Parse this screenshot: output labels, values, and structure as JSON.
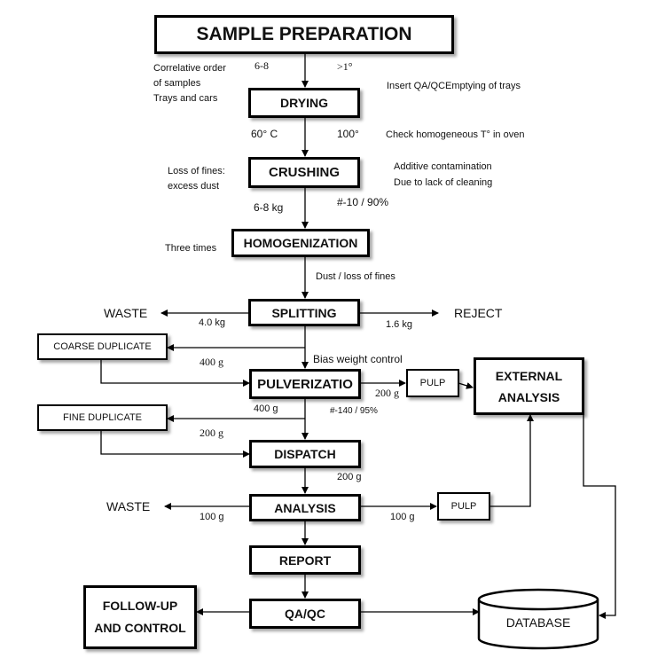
{
  "title": "SAMPLE PREPARATION",
  "steps": {
    "drying": "DRYING",
    "crushing": "CRUSHING",
    "homogenization": "HOMOGENIZATION",
    "splitting": "SPLITTING",
    "pulverization": "PULVERIZATIO",
    "dispatch": "DISPATCH",
    "analysis": "ANALYSIS",
    "report": "REPORT",
    "qaqc": "QA/QC"
  },
  "side_boxes": {
    "coarse_duplicate": "COARSE DUPLICATE",
    "fine_duplicate": "FINE DUPLICATE",
    "pulp_top": "PULP",
    "pulp_bottom": "PULP",
    "external_analysis_line1": "EXTERNAL",
    "external_analysis_line2": "ANALYSIS",
    "followup_line1": "FOLLOW-UP",
    "followup_line2": "AND CONTROL",
    "database": "DATABASE"
  },
  "outputs": {
    "waste_top": "WASTE",
    "reject": "REJECT",
    "waste_bottom": "WASTE"
  },
  "annotations": {
    "correlative_1": "Correlative order",
    "correlative_2": "of samples",
    "trays_cars": "Trays and cars",
    "six_eight": "6-8",
    "gt_one": ">1°",
    "insert_qaqc": "Insert QA/QCEmptying of trays",
    "sixty_c": "60° C",
    "hundred_deg": "100°",
    "check_temp": "Check homogeneous T° in oven",
    "loss_fines_1": "Loss of fines:",
    "loss_fines_2": "excess dust",
    "additive_1": "Additive contamination",
    "additive_2": "Due to lack of cleaning",
    "six_eight_kg": "6-8 kg",
    "mesh_10": "#-10 / 90%",
    "three_times": "Three times",
    "dust_loss": "Dust / loss of fines",
    "waste_kg": "4.0 kg",
    "reject_kg": "1.6 kg",
    "coarse_g": "400 g",
    "bias_weight": "Bias weight control",
    "pulp_g": "200 g",
    "pulv_out_g": "400 g",
    "mesh_140": "#-140 / 95%",
    "fine_g": "200 g",
    "dispatch_g": "200 g",
    "waste_g": "100 g",
    "pulp2_g": "100 g"
  }
}
